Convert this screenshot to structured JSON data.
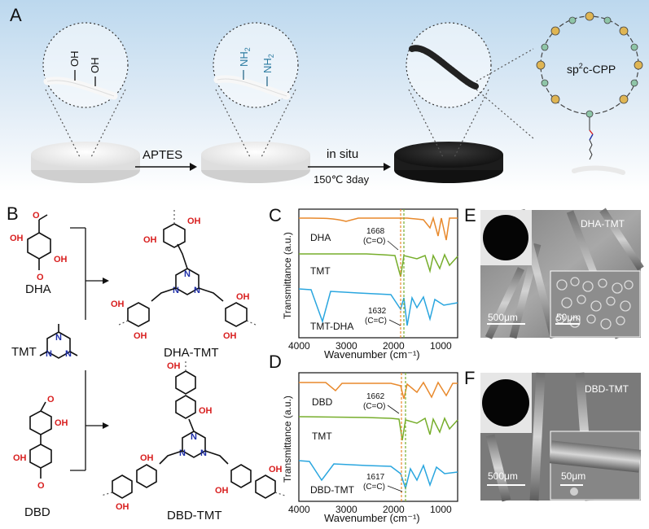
{
  "panels": {
    "a": "A",
    "b": "B",
    "c": "C",
    "d": "D",
    "e": "E",
    "f": "F"
  },
  "panel_a": {
    "oh1": "OH",
    "oh2": "OH",
    "nh1": "NH",
    "nh2": "NH",
    "nh_sub": "2",
    "arrow1": "APTES",
    "arrow2_top": "in situ",
    "arrow2_bottom": "150℃  3day",
    "cpp_label": "sp",
    "cpp_sup": "2",
    "cpp_rest": "c-CPP"
  },
  "panel_b": {
    "dha": "DHA",
    "tmt": "TMT",
    "dbd": "DBD",
    "dha_tmt": "DHA-TMT",
    "dbd_tmt": "DBD-TMT",
    "oh": "OH",
    "o": "O",
    "n": "N"
  },
  "spectrum_c": {
    "ylabel": "Transmittance (a.u.)",
    "xlabel": "Wavenumber (cm⁻¹)",
    "xticks": [
      "4000",
      "3000",
      "2000",
      "1000"
    ],
    "traces": [
      "DHA",
      "TMT",
      "TMT-DHA"
    ],
    "ann1_val": "1668",
    "ann1_bond": "(C=O)",
    "ann2_val": "1632",
    "ann2_bond": "(C=C)"
  },
  "spectrum_d": {
    "ylabel": "Transmittance (a.u.)",
    "xlabel": "Wavenumber (cm⁻¹)",
    "xticks": [
      "4000",
      "3000",
      "2000",
      "1000"
    ],
    "traces": [
      "DBD",
      "TMT",
      "DBD-TMT"
    ],
    "ann1_val": "1662",
    "ann1_bond": "(C=O)",
    "ann2_val": "1617",
    "ann2_bond": "(C=C)"
  },
  "sem_e": {
    "title": "DHA-TMT",
    "scale1": "500μm",
    "scale2": "50μm"
  },
  "sem_f": {
    "title": "DBD-TMT",
    "scale1": "500μm",
    "scale2": "50μm"
  },
  "colors": {
    "orange": "#e8892c",
    "green": "#77ae2c",
    "blue": "#2aa6df",
    "oxygen": "#d81e1e",
    "nitrogen": "#1f2fa8"
  }
}
